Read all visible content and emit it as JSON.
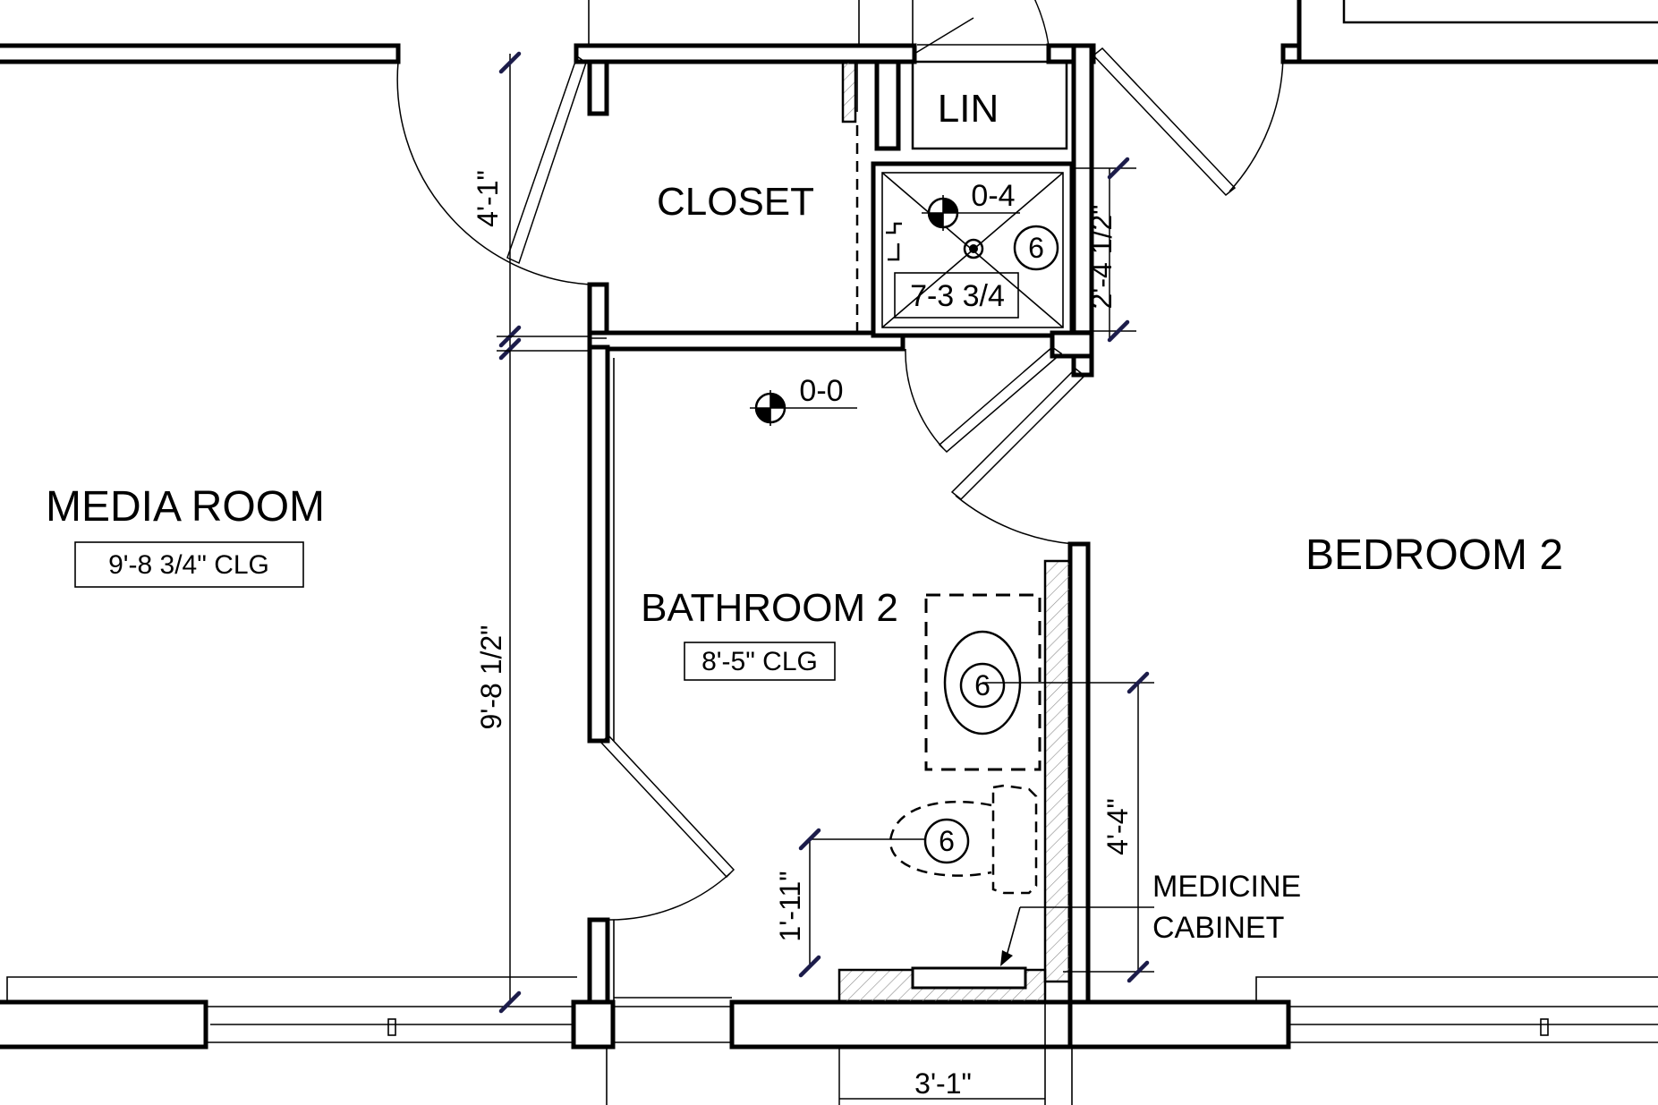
{
  "rooms": {
    "media_room": {
      "name": "MEDIA ROOM",
      "ceiling": "9'-8 3/4\" CLG"
    },
    "bedroom_2": {
      "name": "BEDROOM 2"
    },
    "bathroom_2": {
      "name": "BATHROOM 2",
      "ceiling": "8'-5\" CLG"
    },
    "closet": {
      "name": "CLOSET"
    },
    "linen": {
      "name": "LIN"
    }
  },
  "shower": {
    "elevation_label": "0-4",
    "size_label": "7-3 3/4",
    "tag": "6"
  },
  "bathroom_floor": {
    "elevation_label": "0-0"
  },
  "fixture_tags": {
    "vanity": "6",
    "toilet": "6"
  },
  "annotations": {
    "medicine_cabinet": [
      "MEDICINE",
      "CABINET"
    ]
  },
  "dimensions": {
    "closet_height": "4'-1\"",
    "bath_height": "9'-8 1/2\"",
    "shower_width": "2'-4 1/2\"",
    "vanity_to_wall": "4'-4\"",
    "toilet_offset": "1'-11\"",
    "wall_segment": "3'-1\""
  }
}
